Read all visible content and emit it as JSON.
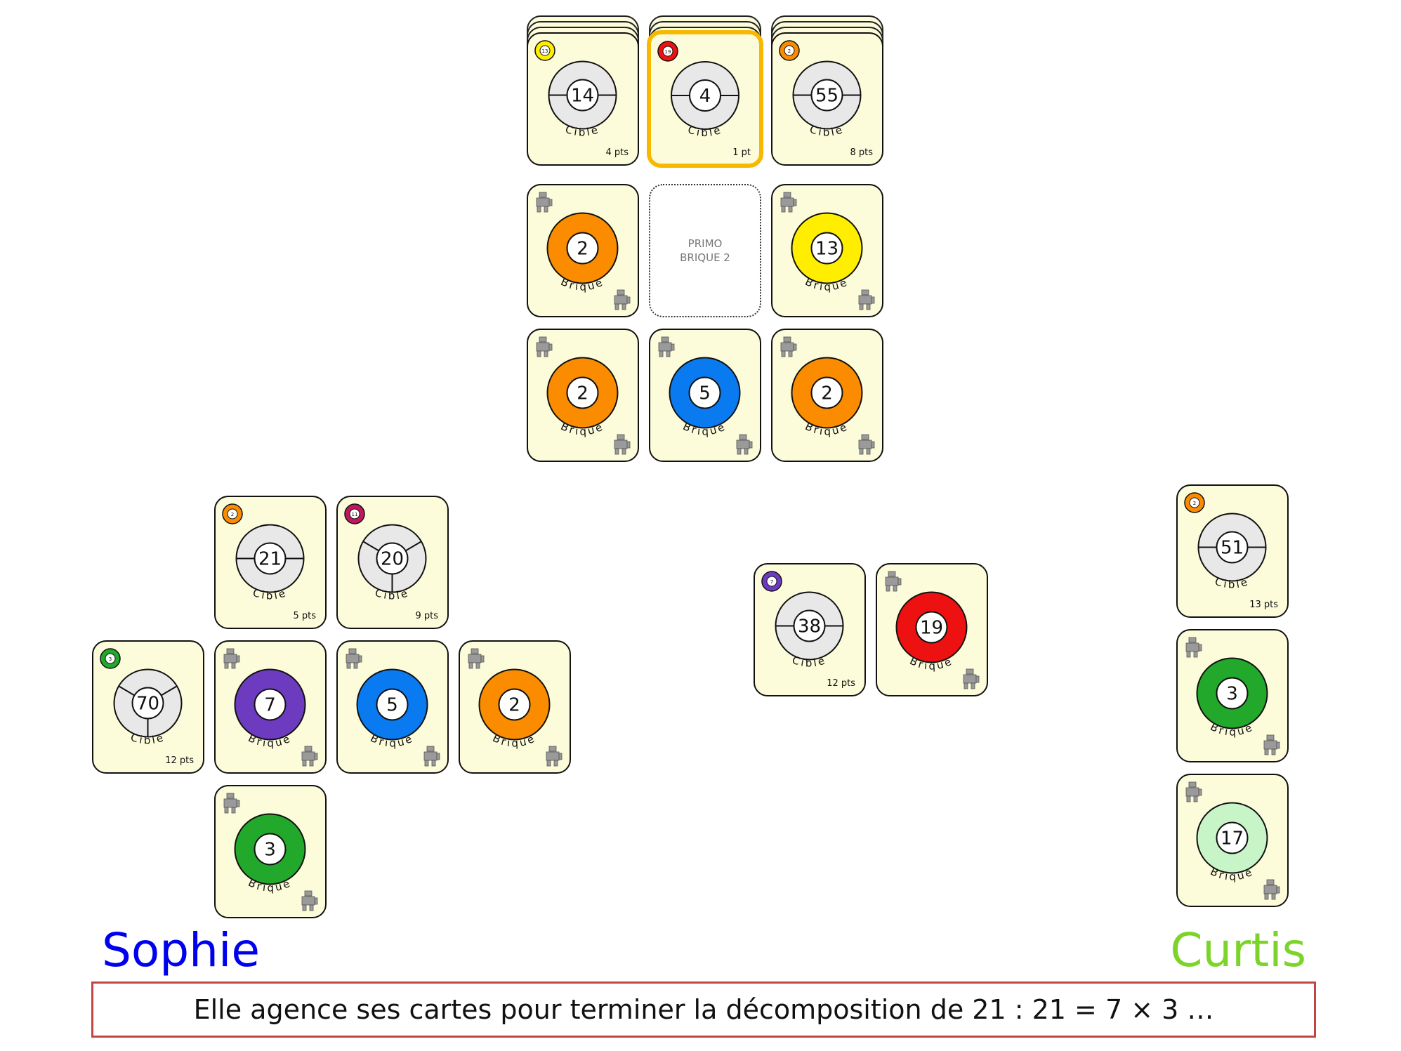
{
  "colors": {
    "card_bg": "#fcfcda",
    "selected_border": "#f8b800",
    "message_border": "#c24545",
    "sophie": "#0000ee",
    "curtis": "#7cd42a",
    "orange": "#fb8c00",
    "yellow": "#ffee00",
    "blue": "#0a7af0",
    "purple": "#6d3bbf",
    "green": "#22a82a",
    "lightgreen": "#c8f5c8",
    "red": "#ee1111",
    "crimson": "#c0175d",
    "cible_gray": "#e8e8e8"
  },
  "board": {
    "target_stacks": [
      {
        "type": "cible",
        "number": "14",
        "kind_label": "Cible",
        "points": "4 pts",
        "badge": "13",
        "badge_color": "yellow",
        "segments": 2,
        "selected": false
      },
      {
        "type": "cible",
        "number": "4",
        "kind_label": "Cible",
        "points": "1 pt",
        "badge": "19",
        "badge_color": "red",
        "segments": 2,
        "selected": true
      },
      {
        "type": "cible",
        "number": "55",
        "kind_label": "Cible",
        "points": "8 pts",
        "badge": "2",
        "badge_color": "orange",
        "segments": 2,
        "selected": false
      }
    ],
    "brique_row1": [
      {
        "type": "brique",
        "number": "2",
        "kind_label": "Brique",
        "ring": "orange"
      },
      {
        "type": "placeholder",
        "text_line1": "PRIMO",
        "text_line2": "BRIQUE 2"
      },
      {
        "type": "brique",
        "number": "13",
        "kind_label": "Brique",
        "ring": "yellow"
      }
    ],
    "brique_row2": [
      {
        "type": "brique",
        "number": "2",
        "kind_label": "Brique",
        "ring": "orange"
      },
      {
        "type": "brique",
        "number": "5",
        "kind_label": "Brique",
        "ring": "blue"
      },
      {
        "type": "brique",
        "number": "2",
        "kind_label": "Brique",
        "ring": "orange"
      }
    ]
  },
  "sophie": {
    "name": "Sophie",
    "cards": [
      {
        "type": "cible",
        "number": "21",
        "kind_label": "Cible",
        "points": "5 pts",
        "badge": "2",
        "badge_color": "orange",
        "segments": 2
      },
      {
        "type": "cible",
        "number": "20",
        "kind_label": "Cible",
        "points": "9 pts",
        "badge": "11",
        "badge_color": "crimson",
        "segments": 3
      },
      {
        "type": "cible",
        "number": "70",
        "kind_label": "Cible",
        "points": "12 pts",
        "badge": "3",
        "badge_color": "green",
        "segments": 3
      },
      {
        "type": "brique",
        "number": "7",
        "kind_label": "Brique",
        "ring": "purple"
      },
      {
        "type": "brique",
        "number": "5",
        "kind_label": "Brique",
        "ring": "blue"
      },
      {
        "type": "brique",
        "number": "2",
        "kind_label": "Brique",
        "ring": "orange"
      },
      {
        "type": "brique",
        "number": "3",
        "kind_label": "Brique",
        "ring": "green"
      }
    ]
  },
  "center": {
    "cards": [
      {
        "type": "cible",
        "number": "38",
        "kind_label": "Cible",
        "points": "12 pts",
        "badge": "7",
        "badge_color": "purple",
        "segments": 2
      },
      {
        "type": "brique",
        "number": "19",
        "kind_label": "Brique",
        "ring": "red"
      }
    ]
  },
  "curtis": {
    "name": "Curtis",
    "cards": [
      {
        "type": "cible",
        "number": "51",
        "kind_label": "Cible",
        "points": "13 pts",
        "badge": "2",
        "badge_color": "orange",
        "segments": 2
      },
      {
        "type": "brique",
        "number": "3",
        "kind_label": "Brique",
        "ring": "green"
      },
      {
        "type": "brique",
        "number": "17",
        "kind_label": "Brique",
        "ring": "lightgreen"
      }
    ]
  },
  "message": "Elle agence ses cartes pour terminer la décomposition de 21 : 21 = 7 × 3 …"
}
